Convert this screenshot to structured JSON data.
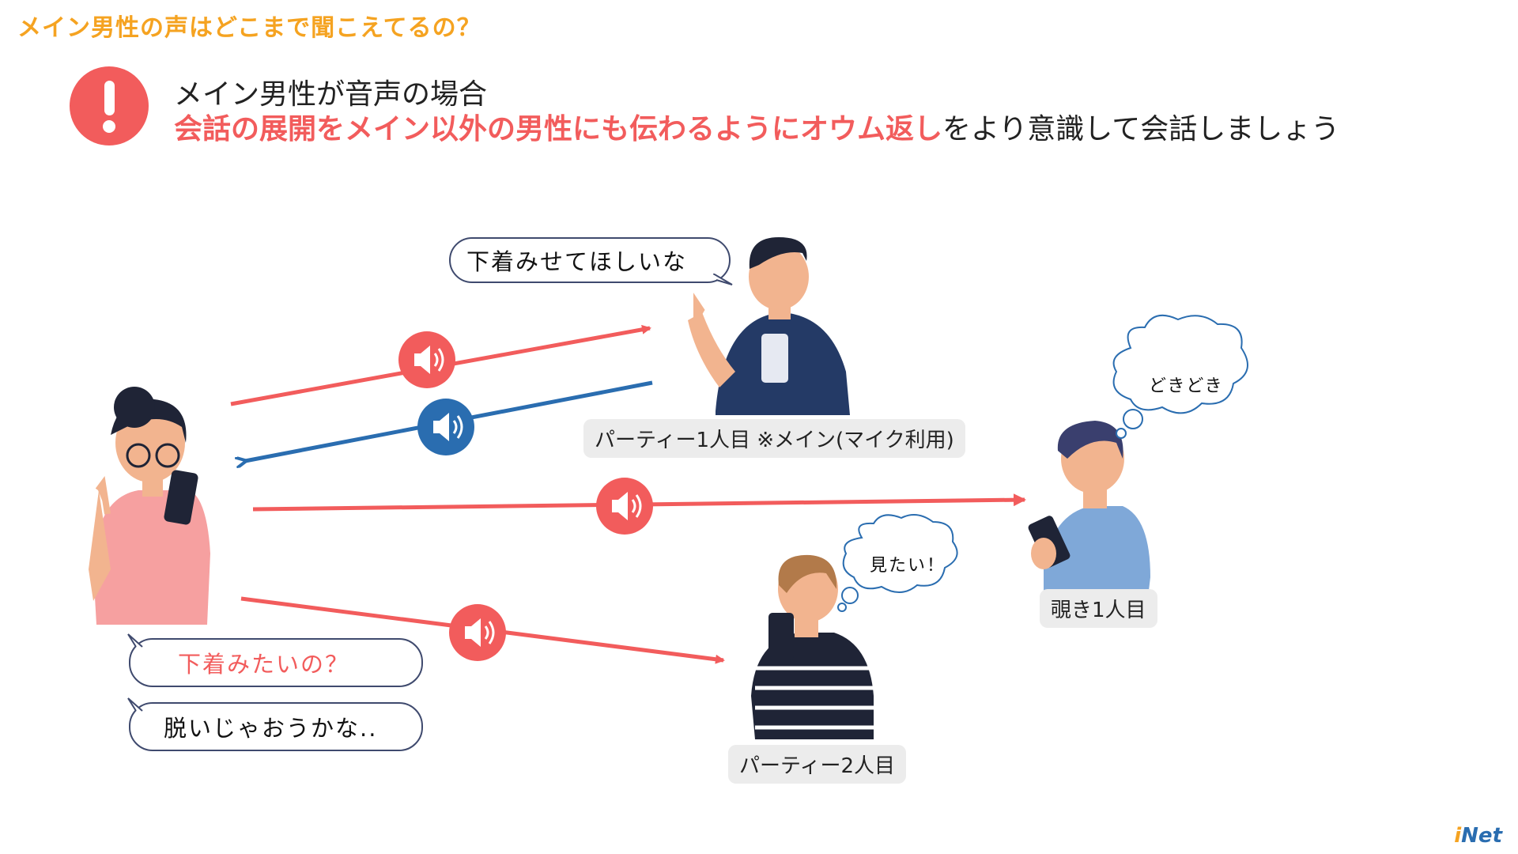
{
  "header": {
    "title": "メイン男性の声はどこまで聞こえてるの？"
  },
  "notice": {
    "line1": "メイン男性が音声の場合",
    "line2_emphasis": "会話の展開をメイン以外の男性にも伝わるようにオウム返し",
    "line2_rest": "をより意識して会話しましょう"
  },
  "bubbles": {
    "main_man": "下着みせてほしいな",
    "woman_repeat": "下着みたいの？",
    "woman_reply": "脱いじゃおうかな.."
  },
  "thoughts": {
    "peeper": "どきどき",
    "party2": "見たい！"
  },
  "labels": {
    "party1": "パーティー1人目 ※メイン(マイク利用)",
    "party2": "パーティー2人目",
    "peeper": "覗き1人目"
  },
  "logo": {
    "text_i": "i",
    "text_net": "Net"
  },
  "colors": {
    "accent_orange": "#f5a321",
    "red": "#f25c5c",
    "blue": "#2a6db0"
  }
}
